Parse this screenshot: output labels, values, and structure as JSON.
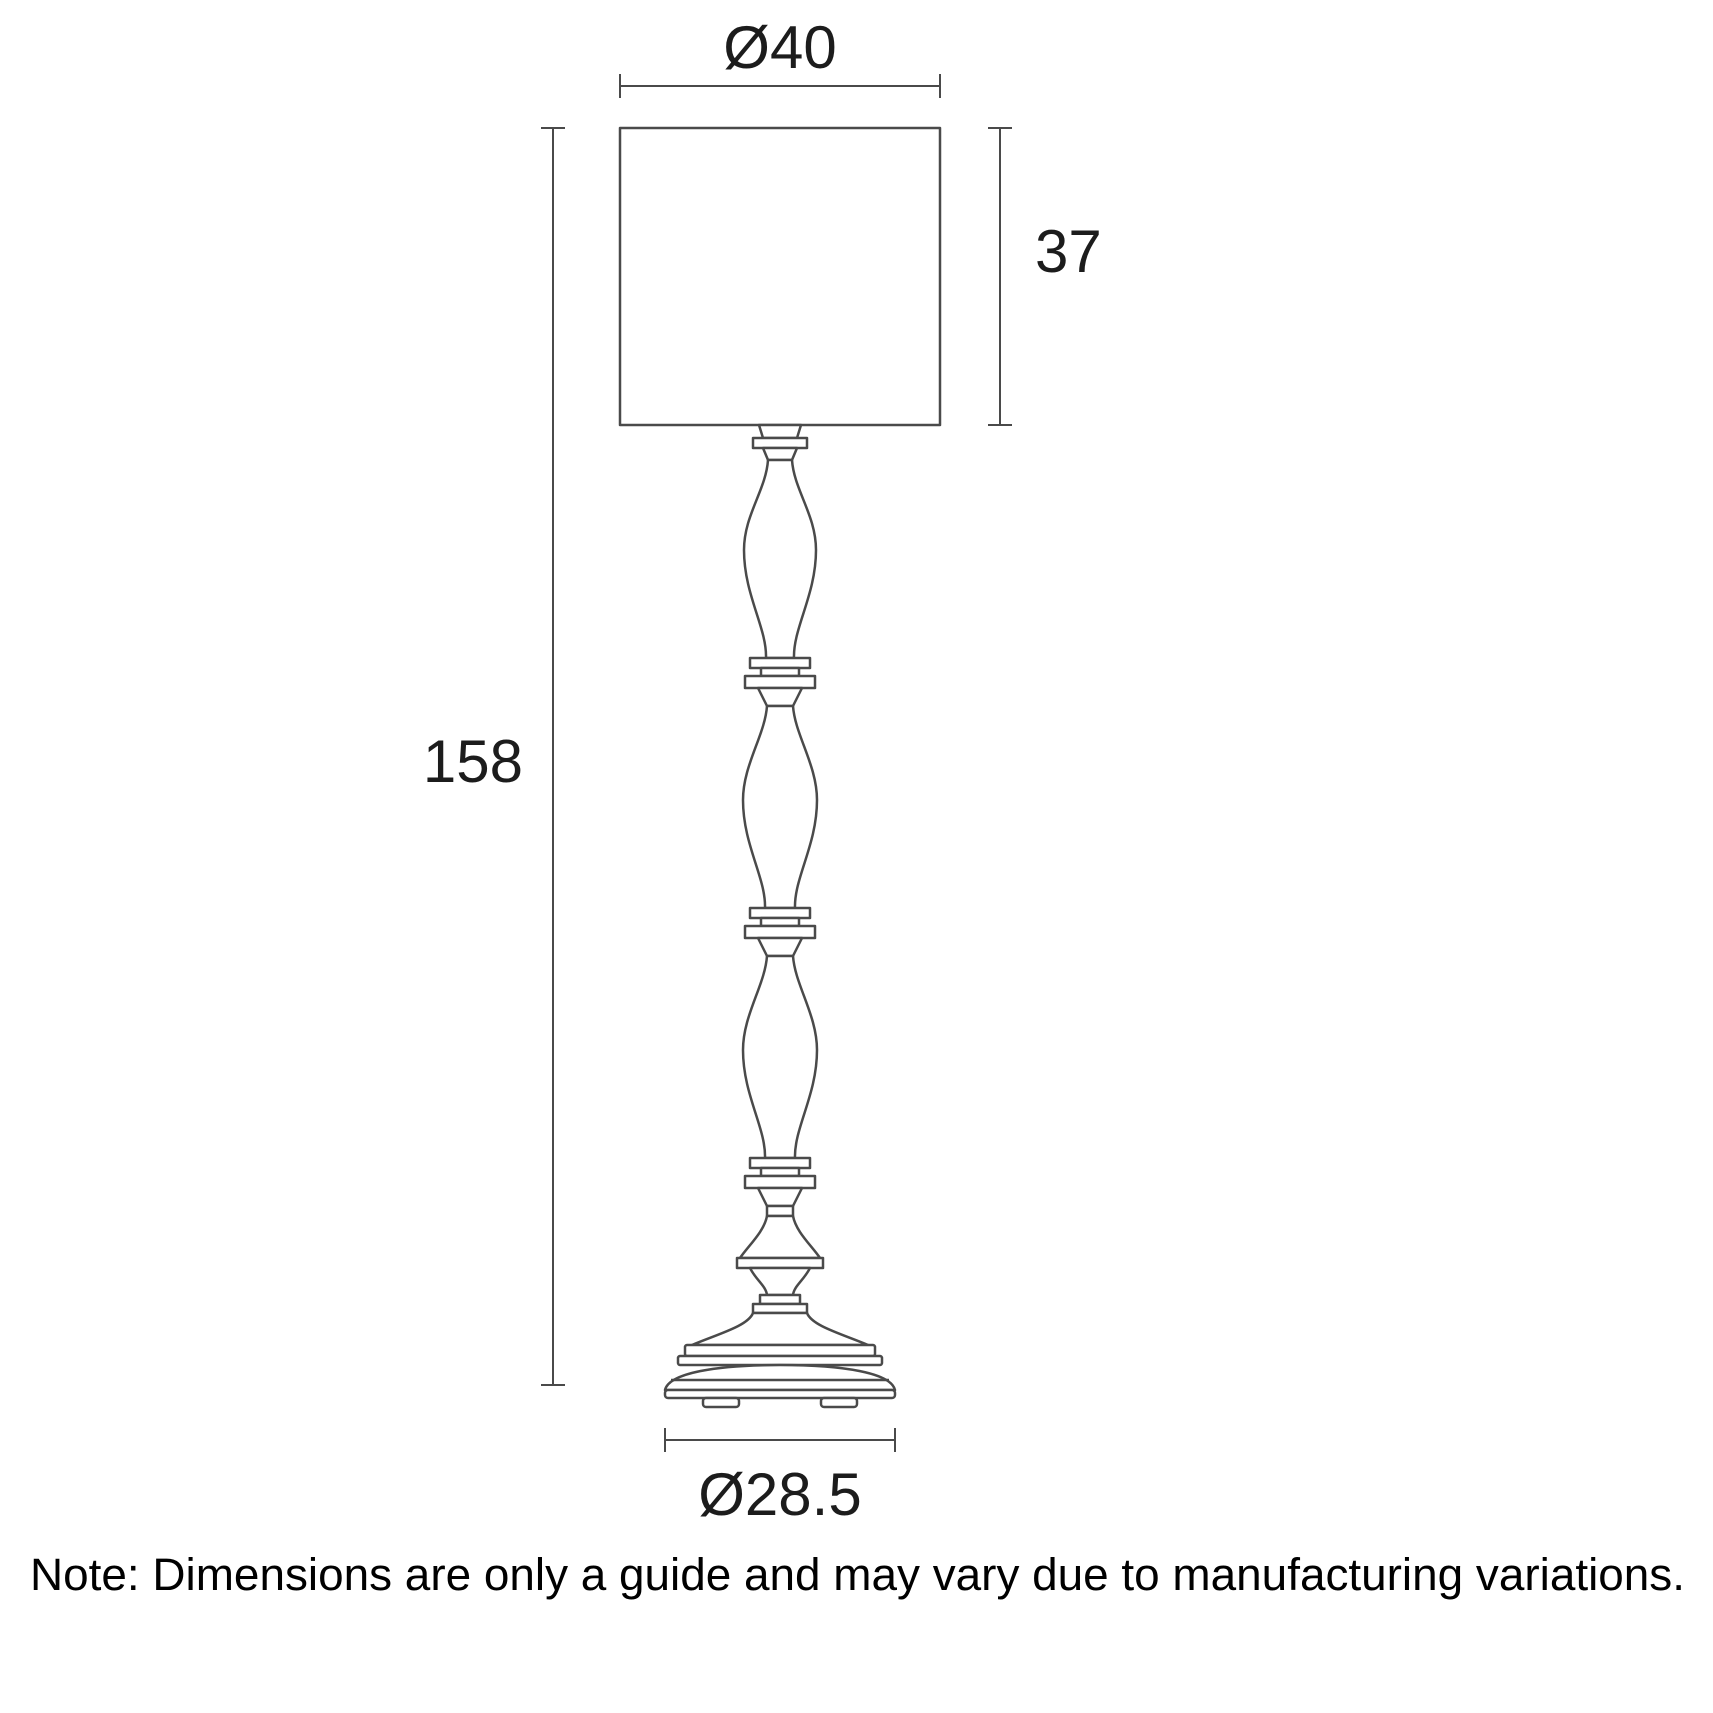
{
  "diagram": {
    "type": "dimension-drawing",
    "subject": "turned-column floor lamp with drum shade",
    "dimensions": {
      "shade_diameter": "Ø40",
      "shade_height": "37",
      "total_height": "158",
      "base_diameter": "Ø28.5"
    },
    "note": "Note: Dimensions are only a guide and may vary due to manufacturing variations.",
    "colors": {
      "line": "#4a4a4a",
      "text": "#1c1c1c",
      "background": "#ffffff"
    }
  }
}
